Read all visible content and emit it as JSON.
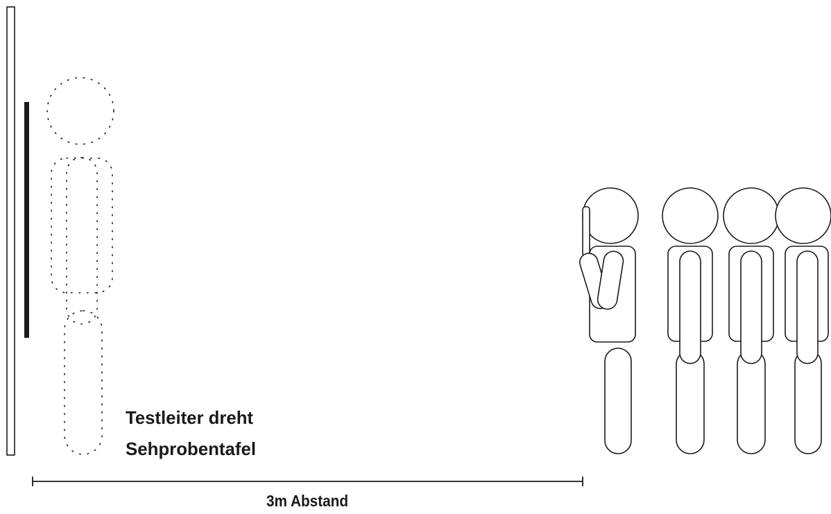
{
  "labels": {
    "instruction_line1": "Testleiter dreht",
    "instruction_line2": "Sehprobentafel",
    "distance": "3m Abstand"
  },
  "colors": {
    "ink": "#1a1a1a",
    "background": "#ffffff"
  },
  "figures": {
    "test_leader": "dotted outline figure standing at the wall",
    "people_in_line": 4
  }
}
